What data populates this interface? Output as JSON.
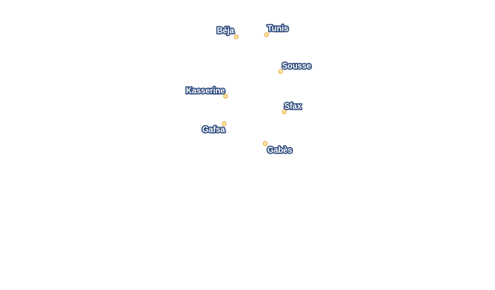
{
  "colors": {
    "marker_fill": "#fde7b0",
    "marker_stroke": "#e8a93a",
    "label_fill": "#ffffff",
    "label_halo": "#2c4a7c"
  },
  "cities": [
    {
      "id": "beja",
      "name": "Béja"
    },
    {
      "id": "tunis",
      "name": "Tunis"
    },
    {
      "id": "sousse",
      "name": "Sousse"
    },
    {
      "id": "kasserine",
      "name": "Kasserine"
    },
    {
      "id": "sfax",
      "name": "Sfax"
    },
    {
      "id": "gafsa",
      "name": "Gafsa"
    },
    {
      "id": "gabes",
      "name": "Gabès"
    }
  ]
}
